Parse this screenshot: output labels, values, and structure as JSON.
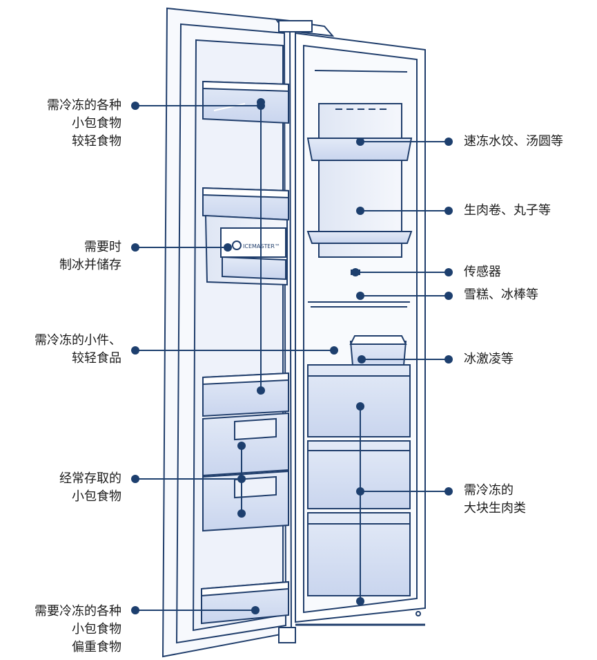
{
  "diagram": {
    "left_labels": [
      {
        "id": "freezer-door-top",
        "lines": [
          "需冷冻的各种",
          "小包食物",
          "较轻食物"
        ]
      },
      {
        "id": "ice-maker",
        "lines": [
          "需要时",
          "制冰并储存"
        ]
      },
      {
        "id": "freezer-door-middle",
        "lines": [
          "需冷冻的小件、",
          "较轻食品"
        ]
      },
      {
        "id": "freezer-door-bins",
        "lines": [
          "经常存取的",
          "小包食物"
        ]
      },
      {
        "id": "freezer-door-bottom",
        "lines": [
          "需要冷冻的各种",
          "小包食物",
          "偏重食物"
        ]
      }
    ],
    "right_labels": [
      {
        "id": "top-shelf",
        "lines": [
          "速冻水饺、汤圆等"
        ]
      },
      {
        "id": "middle-shelf",
        "lines": [
          "生肉卷、丸子等"
        ]
      },
      {
        "id": "sensor",
        "lines": [
          "传感器"
        ]
      },
      {
        "id": "wire-shelf",
        "lines": [
          "雪糕、冰棒等"
        ]
      },
      {
        "id": "ice-bin",
        "lines": [
          "冰激凌等"
        ]
      },
      {
        "id": "drawers",
        "lines": [
          "需冷冻的",
          "大块生肉类"
        ]
      }
    ],
    "ice_maker_brand": "ICEMASTER™",
    "colors": {
      "line": "#1d3f6e",
      "dot": "#1d3f6e",
      "fridge_outline": "#1f3d6b",
      "tint": "#d6e0f2",
      "tint_dark": "#b9c7e6"
    }
  }
}
